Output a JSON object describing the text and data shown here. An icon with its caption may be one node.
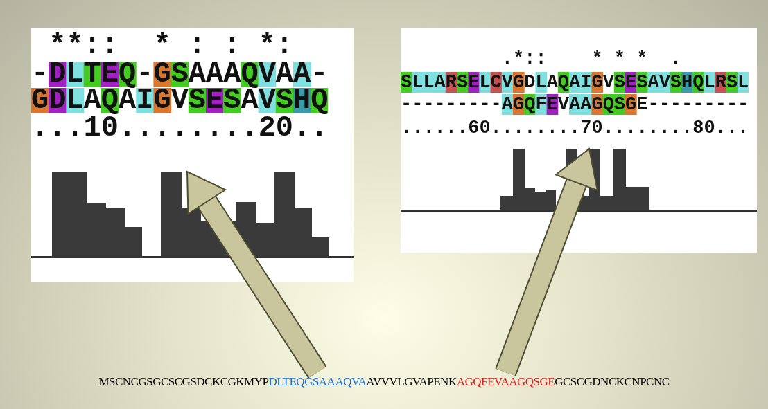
{
  "diagram": {
    "nodes": [
      {
        "text": [
          "**::  * : : *:",
          "-DLTEQ-GSAAAQVAA-",
          "GDLAQAIGVSESAVSHQ",
          "...10........20.."
        ]
      },
      {
        "text": [],
        "shape": "bar",
        "in": 0
      },
      {
        "text": [
          ".*::    * * *  .",
          "SLLARSELCVGDLAQAIGVSESAVSHQLRSL",
          "---------AGQFEVAAGQSGE---------",
          "......60........70........80..."
        ]
      },
      {
        "text": [],
        "shape": "bar",
        "in": 2
      },
      {
        "text": [
          "MSCNCGSGCSCGSDCKCGKMYP"
        ]
      },
      {
        "text": [
          "DLTEQGSAAAQVA"
        ]
      },
      {
        "text": [
          "AVVVLGVAPENK"
        ]
      },
      {
        "text": [
          "AGQFEVAAGQSGE"
        ]
      },
      {
        "text": [
          "GCSCGDNCKCNPCNC"
        ]
      }
    ],
    "edges": [
      {
        "from": 5,
        "to": 1,
        "arrow": "to"
      },
      {
        "from": 7,
        "to": 3,
        "arrow": "to"
      }
    ]
  }
}
